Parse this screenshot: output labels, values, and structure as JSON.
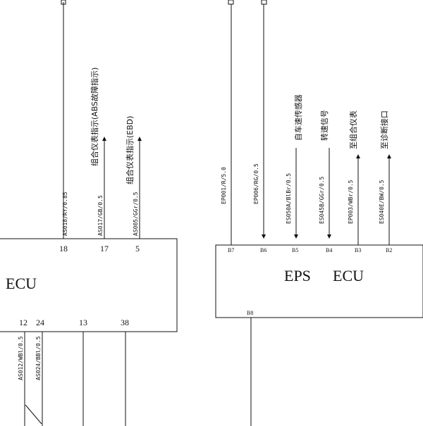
{
  "colors": {
    "line": "#111111",
    "background": "#ffffff"
  },
  "abs_ecu": {
    "name": "ECU",
    "top_pins": [
      "18",
      "17",
      "5"
    ],
    "bottom_pins": [
      "12",
      "24",
      "13",
      "38"
    ],
    "wires": [
      {
        "code": "AS018/RY/0.85"
      },
      {
        "code": "AS017/GB/0.5",
        "destination": "组合仪表指示(ABS故障指示)"
      },
      {
        "code": "AS005/GGr/0.5",
        "destination": "组合仪表指示(EBD)"
      },
      {
        "code": "AS012/WBl/0.5"
      },
      {
        "code": "AS024/BBl/0.5"
      }
    ]
  },
  "eps_ecu": {
    "name_left": "EPS",
    "name_right": "ECU",
    "top_pins": [
      "B7",
      "B6",
      "B5",
      "B4",
      "B3",
      "B2"
    ],
    "bottom_pin": "B8",
    "wires": [
      {
        "code": "EP001/R/5.0"
      },
      {
        "code": "EP006/RG/0.5"
      },
      {
        "code": "ES050A/BlBr/0.5",
        "destination": "自车速传感器"
      },
      {
        "code": "ES045B/GGr/0.5",
        "destination": "转速信号"
      },
      {
        "code": "EP003/WBr/0.5",
        "destination": "至组合仪表"
      },
      {
        "code": "ES040E/BW/0.5",
        "destination": "至诊断接口"
      }
    ]
  }
}
